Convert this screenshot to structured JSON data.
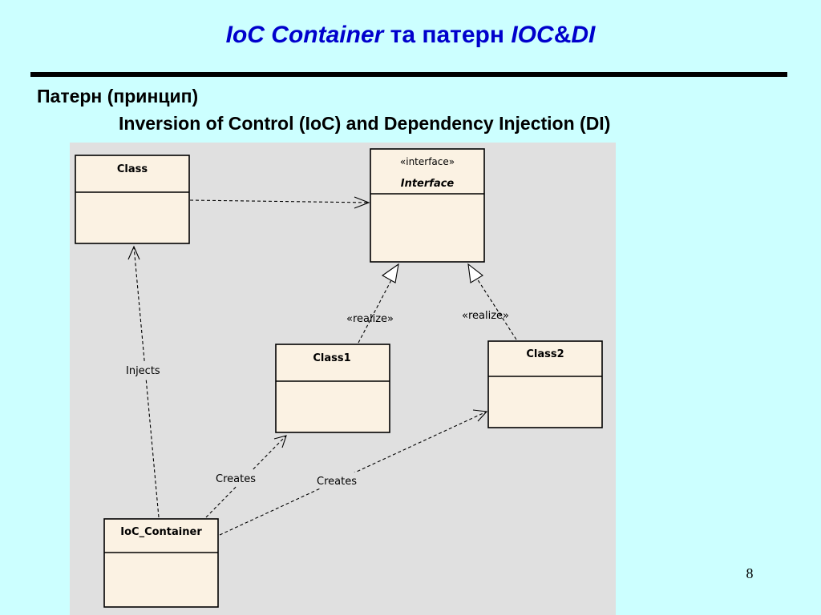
{
  "title": {
    "part1": "IoC Container",
    "part2": "та патерн",
    "part3": "IOC",
    "part4": "&",
    "part5": "DI"
  },
  "subtitle": {
    "line1": "Патерн (принцип)",
    "line2": "Inversion of Control (IoC) and Dependency Injection (DI)"
  },
  "diagram": {
    "class_box": {
      "name": "Class"
    },
    "interface_box": {
      "stereotype": "«interface»",
      "name": "Interface"
    },
    "class1_box": {
      "name": "Class1"
    },
    "class2_box": {
      "name": "Class2"
    },
    "ioc_box": {
      "name": "IoC_Container"
    },
    "labels": {
      "realize1": "«realize»",
      "realize2": "«realize»",
      "injects": "Injects",
      "creates1": "Creates",
      "creates2": "Creates"
    }
  },
  "page_number": "8",
  "colors": {
    "background": "#ccffff",
    "title": "#0000cc",
    "diagram_bg": "#e0e0e0",
    "box_fill": "#fbf2e3"
  }
}
